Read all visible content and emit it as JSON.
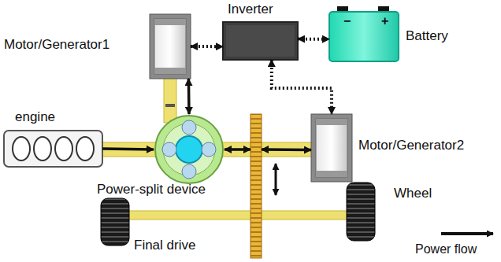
{
  "diagram": {
    "nodes": [
      {
        "text": [
          "Motor/Generator1"
        ]
      },
      {
        "text": [
          "Inverter"
        ]
      },
      {
        "text": [
          "Battery"
        ]
      },
      {
        "text": [
          "engine"
        ]
      },
      {
        "text": [
          "Power-split device"
        ]
      },
      {
        "text": [
          "Motor/Generator2"
        ]
      },
      {
        "text": [
          "Wheel"
        ]
      },
      {
        "text": [
          "Final drive"
        ]
      }
    ],
    "edges": [
      {
        "from": 0,
        "to": 1,
        "arrow": "both"
      },
      {
        "from": 1,
        "to": 2,
        "arrow": "both"
      },
      {
        "from": 1,
        "to": 5,
        "arrow": "both"
      },
      {
        "from": 0,
        "to": 4,
        "arrow": "both"
      },
      {
        "from": 3,
        "to": 4,
        "arrow": "to"
      },
      {
        "from": 4,
        "to": 7,
        "arrow": "both"
      },
      {
        "from": 7,
        "to": 5,
        "arrow": "both"
      }
    ],
    "labels": [
      "−",
      "+"
    ],
    "legend": [
      {
        "text": "Power flow"
      }
    ]
  }
}
